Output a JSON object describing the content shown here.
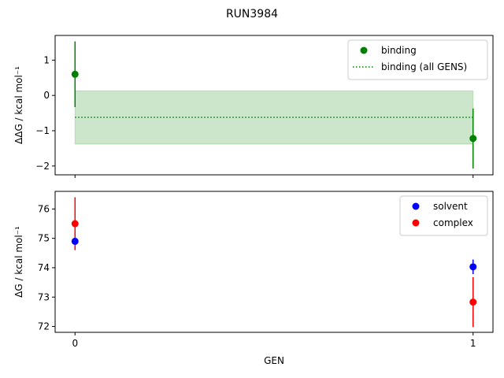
{
  "chart_data": {
    "title": "RUN3984",
    "xlabel": "GEN",
    "x_ticks": [
      0,
      1
    ],
    "panels": [
      {
        "type": "scatter",
        "ylabel": "ΔΔG / kcal mol⁻¹",
        "ylim": [
          -2.25,
          1.7
        ],
        "xlim": [
          -0.05,
          1.05
        ],
        "y_ticks": [
          1,
          0,
          -1,
          -2
        ],
        "grid": false,
        "legend_position": "top-right",
        "series": [
          {
            "name": "binding",
            "color": "#008000",
            "x": [
              0,
              1
            ],
            "y": [
              0.6,
              -1.22
            ],
            "yerr": [
              0.93,
              0.85
            ],
            "marker": "circle"
          }
        ],
        "reference": {
          "name": "binding (all GENS)",
          "color": "#008000",
          "value": -0.62,
          "band": [
            -1.38,
            0.13
          ],
          "style": "dotted"
        }
      },
      {
        "type": "scatter",
        "ylabel": "ΔG / kcal mol⁻¹",
        "ylim": [
          71.8,
          76.6
        ],
        "xlim": [
          -0.05,
          1.05
        ],
        "y_ticks": [
          76,
          75,
          74,
          73,
          72
        ],
        "grid": false,
        "legend_position": "top-right",
        "series": [
          {
            "name": "solvent",
            "color": "#0000ff",
            "x": [
              0,
              1
            ],
            "y": [
              74.9,
              74.03
            ],
            "yerr": [
              0.3,
              0.25
            ],
            "marker": "circle"
          },
          {
            "name": "complex",
            "color": "#ff0000",
            "x": [
              0,
              1
            ],
            "y": [
              75.5,
              72.83
            ],
            "yerr": [
              0.9,
              0.85
            ],
            "marker": "circle"
          }
        ]
      }
    ]
  }
}
